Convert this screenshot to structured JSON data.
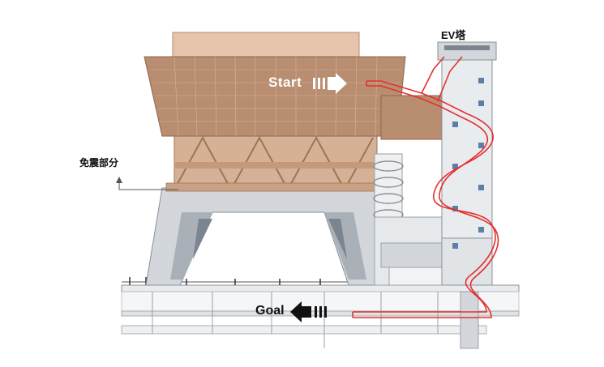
{
  "labels": {
    "ev_tower": "EV塔",
    "isolation": "免震部分",
    "start": "Start",
    "goal": "Goal"
  },
  "colors": {
    "upper_building": "#b98d6f",
    "roof": "#e6c3ab",
    "truss": "#c9a285",
    "legs": "#d3d7dc",
    "tower": "#e9ecef",
    "slide": "#e53030",
    "window": "#5d7ea6"
  }
}
